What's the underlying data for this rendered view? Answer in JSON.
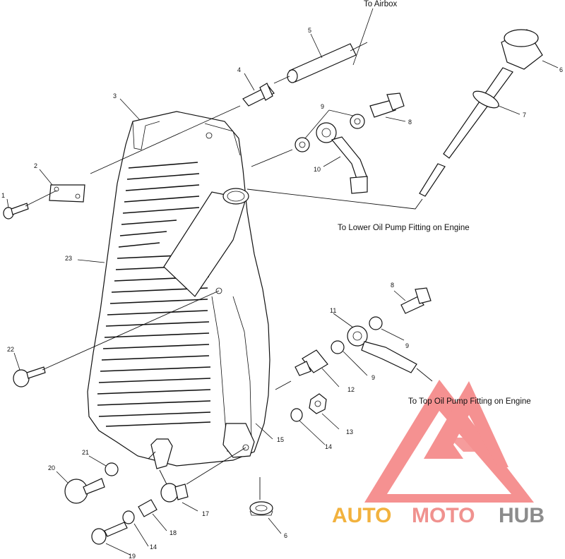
{
  "annotations": {
    "to_airbox": "To Airbox",
    "to_lower_pump": "To Lower Oil Pump Fitting on Engine",
    "to_top_pump": "To Top Oil Pump Fitting on Engine"
  },
  "callouts": [
    {
      "id": "1",
      "text": "1"
    },
    {
      "id": "2",
      "text": "2"
    },
    {
      "id": "3",
      "text": "3"
    },
    {
      "id": "4",
      "text": "4"
    },
    {
      "id": "5",
      "text": "5"
    },
    {
      "id": "6a",
      "text": "6"
    },
    {
      "id": "7",
      "text": "7"
    },
    {
      "id": "8a",
      "text": "8"
    },
    {
      "id": "9a",
      "text": "9"
    },
    {
      "id": "10",
      "text": "10"
    },
    {
      "id": "23",
      "text": "23"
    },
    {
      "id": "8b",
      "text": "8"
    },
    {
      "id": "11",
      "text": "11"
    },
    {
      "id": "9b",
      "text": "9"
    },
    {
      "id": "22",
      "text": "22"
    },
    {
      "id": "9c",
      "text": "9"
    },
    {
      "id": "12",
      "text": "12"
    },
    {
      "id": "13",
      "text": "13"
    },
    {
      "id": "14a",
      "text": "14"
    },
    {
      "id": "15",
      "text": "15"
    },
    {
      "id": "21",
      "text": "21"
    },
    {
      "id": "20",
      "text": "20"
    },
    {
      "id": "17",
      "text": "17"
    },
    {
      "id": "18",
      "text": "18"
    },
    {
      "id": "14b",
      "text": "14"
    },
    {
      "id": "19",
      "text": "19"
    },
    {
      "id": "6b",
      "text": "6"
    }
  ],
  "logo": {
    "part1": "AUTO",
    "part2": "MOTO",
    "part3": "HUB",
    "colors": {
      "auto": "#f2b23e",
      "moto": "#f0928f",
      "hub": "#8c8c8c",
      "triangle": "#f26d6d"
    }
  }
}
